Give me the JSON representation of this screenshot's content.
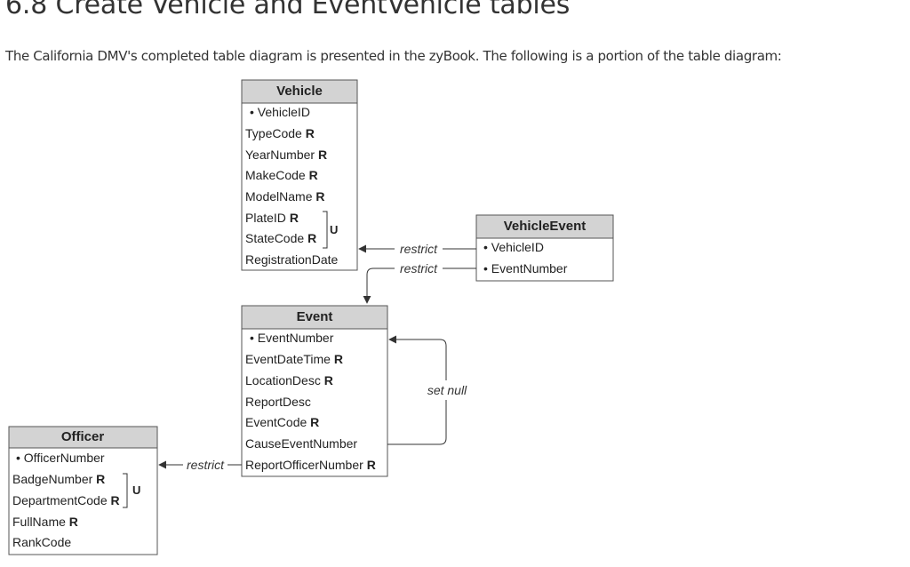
{
  "page": {
    "title": "6.8 Create Vehicle and EventVehicle tables",
    "intro": "The California DMV's completed table diagram is presented in the zyBook. The following is a portion of the table diagram:"
  },
  "tables": {
    "vehicle": {
      "name": "Vehicle",
      "fields": [
        {
          "text": "• VehicleID",
          "req": ""
        },
        {
          "text": "TypeCode",
          "req": "R"
        },
        {
          "text": "YearNumber",
          "req": "R"
        },
        {
          "text": "MakeCode",
          "req": "R"
        },
        {
          "text": "ModelName",
          "req": "R"
        },
        {
          "text": "PlateID",
          "req": "R"
        },
        {
          "text": "StateCode",
          "req": "R"
        },
        {
          "text": "RegistrationDate",
          "req": ""
        }
      ],
      "unique_mark": "U"
    },
    "vehicle_event": {
      "name": "VehicleEvent",
      "fields": [
        {
          "text": "• VehicleID",
          "req": ""
        },
        {
          "text": "• EventNumber",
          "req": ""
        }
      ]
    },
    "event": {
      "name": "Event",
      "fields": [
        {
          "text": "• EventNumber",
          "req": ""
        },
        {
          "text": "EventDateTime",
          "req": "R"
        },
        {
          "text": "LocationDesc",
          "req": "R"
        },
        {
          "text": "ReportDesc",
          "req": ""
        },
        {
          "text": "EventCode",
          "req": "R"
        },
        {
          "text": "CauseEventNumber",
          "req": ""
        },
        {
          "text": "ReportOfficerNumber",
          "req": "R"
        }
      ]
    },
    "officer": {
      "name": "Officer",
      "fields": [
        {
          "text": "• OfficerNumber",
          "req": ""
        },
        {
          "text": "BadgeNumber",
          "req": "R"
        },
        {
          "text": "DepartmentCode",
          "req": "R"
        },
        {
          "text": "FullName",
          "req": "R"
        },
        {
          "text": "RankCode",
          "req": ""
        }
      ],
      "unique_mark": "U"
    }
  },
  "relationships": {
    "vehicle_fk": "restrict",
    "event_fk": "restrict",
    "cause_fk": "set null",
    "officer_fk": "restrict"
  },
  "colors": {
    "header_fill": "#d3d3d3",
    "border": "#555555",
    "line": "#333333",
    "text": "#222222"
  }
}
